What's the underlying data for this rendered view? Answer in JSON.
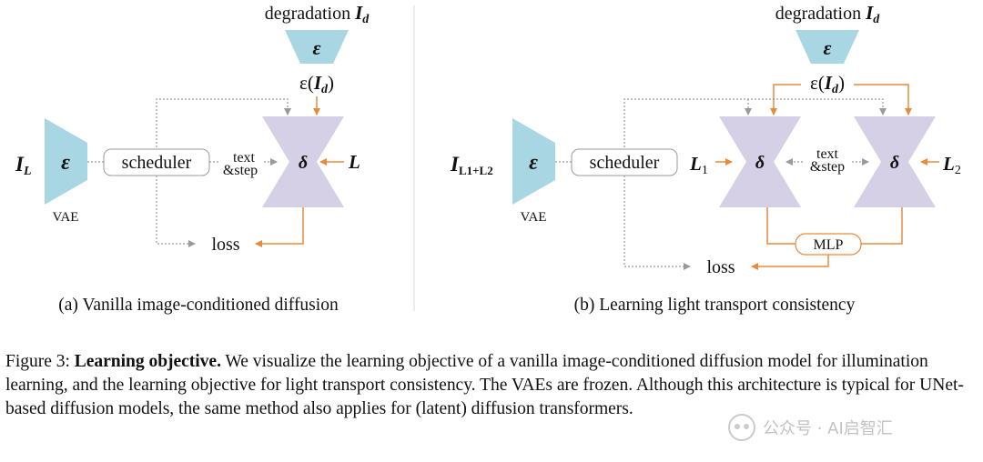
{
  "panel_a": {
    "degradation_label": "degradation ",
    "deg_symbol": "I",
    "deg_sub": "d",
    "encoder_symbol": "ε",
    "eps_id_prefix": "ε(",
    "eps_id_I": "I",
    "eps_id_sub": "d",
    "eps_id_suffix": ")",
    "input_symbol": "I",
    "input_sub": "L",
    "vae_encoder_symbol": "ε",
    "vae_label": "VAE",
    "scheduler_label": "scheduler",
    "text_label": "text",
    "step_label": "&step",
    "delta_symbol": "δ",
    "light_symbol": "L",
    "loss_label": "loss",
    "caption": "(a) Vanilla image-conditioned diffusion"
  },
  "panel_b": {
    "degradation_label": "degradation ",
    "deg_symbol": "I",
    "deg_sub": "d",
    "encoder_symbol": "ε",
    "eps_id_prefix": "ε(",
    "eps_id_I": "I",
    "eps_id_sub": "d",
    "eps_id_suffix": ")",
    "input_symbol": "I",
    "input_sub": "L1+L2",
    "vae_encoder_symbol": "ε",
    "vae_label": "VAE",
    "scheduler_label": "scheduler",
    "l1_symbol": "L",
    "l1_sub": "1",
    "l2_symbol": "L",
    "l2_sub": "2",
    "delta1_symbol": "δ",
    "delta2_symbol": "δ",
    "text_label": "text",
    "step_label": "&step",
    "mlp_label": "MLP",
    "loss_label": "loss",
    "caption": "(b) Learning light transport consistency"
  },
  "figure_caption": {
    "prefix": "Figure 3: ",
    "bold": "Learning objective.",
    "body": " We visualize the learning objective of a vanilla image-conditioned diffusion model for illumination learning, and the learning objective for light transport consistency. The VAEs are frozen. Although this architecture is typical for UNet-based diffusion models, the same method also applies for (latent) diffusion transformers."
  },
  "watermark": {
    "text": "公众号 · AI启智汇"
  },
  "colors": {
    "encoder_fill": "#a9d6e3",
    "delta_fill": "#d6d0e6",
    "orange_arrow": "#e88a3c",
    "gray_arrow": "#9a9a9a",
    "scheduler_border": "#9a9a9a",
    "mlp_border": "#e88a3c"
  }
}
